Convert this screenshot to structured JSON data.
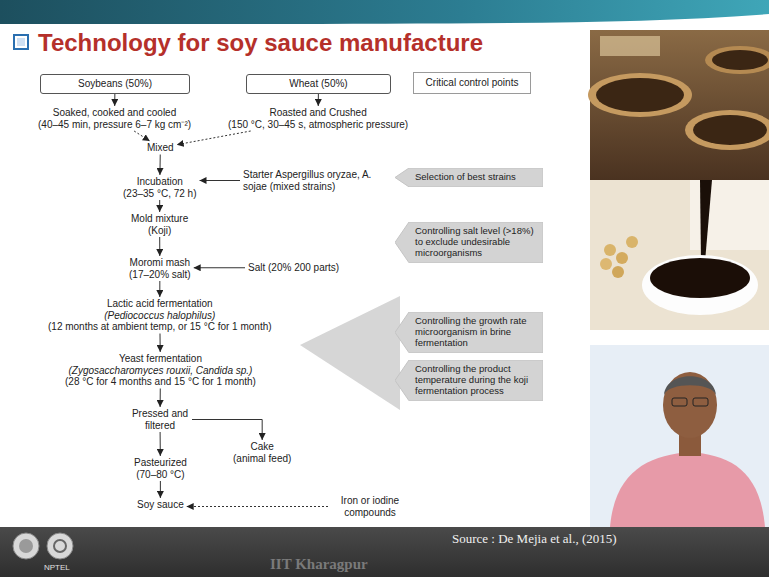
{
  "diagram": {
    "title": "Technology for soy sauce manufacture",
    "nodes": [
      {
        "text": [
          "Soybeans (50%)"
        ]
      },
      {
        "text": [
          "Wheat (50%)"
        ]
      },
      {
        "text": [
          "Critical control points"
        ]
      },
      {
        "text": [
          "Soaked, cooked and cooled",
          "(40–45 min, pressure 6–7 kg cm⁻²)"
        ]
      },
      {
        "text": [
          "Roasted and Crushed",
          "(150 °C, 30–45 s, atmospheric pressure)"
        ]
      },
      {
        "text": [
          "Mixed"
        ]
      },
      {
        "text": [
          "Starter Aspergillus oryzae, A. sojae (mixed strains)"
        ]
      },
      {
        "text": [
          "Incubation",
          "(23–35 °C, 72 h)"
        ]
      },
      {
        "text": [
          "Mold mixture",
          "(Koji)"
        ]
      },
      {
        "text": [
          "Salt (20% 200 parts)"
        ]
      },
      {
        "text": [
          "Moromi mash",
          "(17–20% salt)"
        ]
      },
      {
        "text": [
          "Lactic acid fermentation",
          "(Pediococcus halophilus)",
          "(12 months at ambient temp, or 15 °C for 1 month)"
        ]
      },
      {
        "text": [
          "Yeast fermentation",
          "(Zygosaccharomyces rouxii, Candida sp.)",
          "(28 °C for 4 months and 15 °C for 1 month)"
        ]
      },
      {
        "text": [
          "Pressed and filtered"
        ]
      },
      {
        "text": [
          "Cake",
          "(animal feed)"
        ]
      },
      {
        "text": [
          "Pasteurized",
          "(70–80 °C)"
        ]
      },
      {
        "text": [
          "Soy sauce"
        ]
      },
      {
        "text": [
          "Iron or iodine compounds"
        ]
      },
      {
        "text": [
          "Selection of best strains"
        ]
      },
      {
        "text": [
          "Controlling salt level (>18%) to exclude undesirable microorganisms"
        ]
      },
      {
        "text": [
          "Controlling the growth rate microorganism in brine fermentation"
        ]
      },
      {
        "text": [
          "Controlling the product temperature during the koji fermentation process"
        ]
      }
    ],
    "edges": [
      {
        "from": 0,
        "to": 3,
        "arrow": "to"
      },
      {
        "from": 1,
        "to": 4,
        "arrow": "to"
      },
      {
        "from": 3,
        "to": 5,
        "arrow": "to"
      },
      {
        "from": 4,
        "to": 5,
        "arrow": "to"
      },
      {
        "from": 5,
        "to": 7,
        "arrow": "to"
      },
      {
        "from": 6,
        "to": 7,
        "arrow": "to"
      },
      {
        "from": 7,
        "to": 8,
        "arrow": "to"
      },
      {
        "from": 8,
        "to": 10,
        "arrow": "to"
      },
      {
        "from": 9,
        "to": 10,
        "arrow": "to"
      },
      {
        "from": 10,
        "to": 11,
        "arrow": "to"
      },
      {
        "from": 11,
        "to": 12,
        "arrow": "to"
      },
      {
        "from": 12,
        "to": 13,
        "arrow": "to"
      },
      {
        "from": 13,
        "to": 14,
        "arrow": "to"
      },
      {
        "from": 13,
        "to": 15,
        "arrow": "to"
      },
      {
        "from": 15,
        "to": 16,
        "arrow": "to"
      },
      {
        "from": 17,
        "to": 16,
        "arrow": "to"
      }
    ],
    "labels": [
      "Source : De Mejia et al., (2015)",
      "IIT Kharagpur",
      "NPTEL"
    ]
  }
}
